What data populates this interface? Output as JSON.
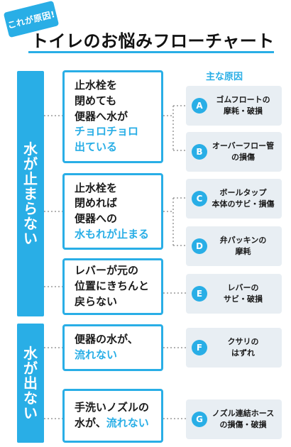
{
  "badge": "これが原因!",
  "title": "トイレのお悩みフローチャート",
  "causes_header": "主な原因",
  "sections": [
    {
      "label_chars": [
        "水",
        "が",
        "止",
        "ま",
        "ら",
        "な",
        "い"
      ]
    },
    {
      "label_chars": [
        "水",
        "が",
        "出",
        "な",
        "い"
      ]
    }
  ],
  "questions": [
    {
      "lines": [
        "止水栓を",
        "閉めても",
        "便器へ水が"
      ],
      "highlight": [
        "チョロチョロ",
        "出ている"
      ]
    },
    {
      "lines": [
        "止水栓を",
        "閉めれば",
        "便器への"
      ],
      "highlight": [
        "水もれが止まる"
      ]
    },
    {
      "lines": [
        "レバーが元の",
        "位置にきちんと",
        "戻らない"
      ],
      "highlight": []
    },
    {
      "lines": [
        "便器の水が、"
      ],
      "highlight": [
        "流れない"
      ]
    },
    {
      "lines_inline": [
        "手洗いノズルの",
        "水が、"
      ],
      "highlight_inline": "流れない"
    }
  ],
  "causes": [
    {
      "letter": "A",
      "lines": [
        "ゴムフロートの",
        "摩耗・破損"
      ]
    },
    {
      "letter": "B",
      "lines": [
        "オーバーフロー管",
        "の損傷"
      ]
    },
    {
      "letter": "C",
      "lines": [
        "ボールタップ",
        "本体のサビ・損傷"
      ]
    },
    {
      "letter": "D",
      "lines": [
        "弁パッキンの",
        "摩耗"
      ]
    },
    {
      "letter": "E",
      "lines": [
        "レバーの",
        "サビ・破損"
      ]
    },
    {
      "letter": "F",
      "lines": [
        "クサリの",
        "はずれ"
      ]
    },
    {
      "letter": "G",
      "lines": [
        "ノズル連結ホース",
        "の損傷・破損"
      ]
    }
  ],
  "colors": {
    "accent": "#29aee6",
    "cause_bg": "#e8eef3",
    "text": "#1a1a1a"
  }
}
